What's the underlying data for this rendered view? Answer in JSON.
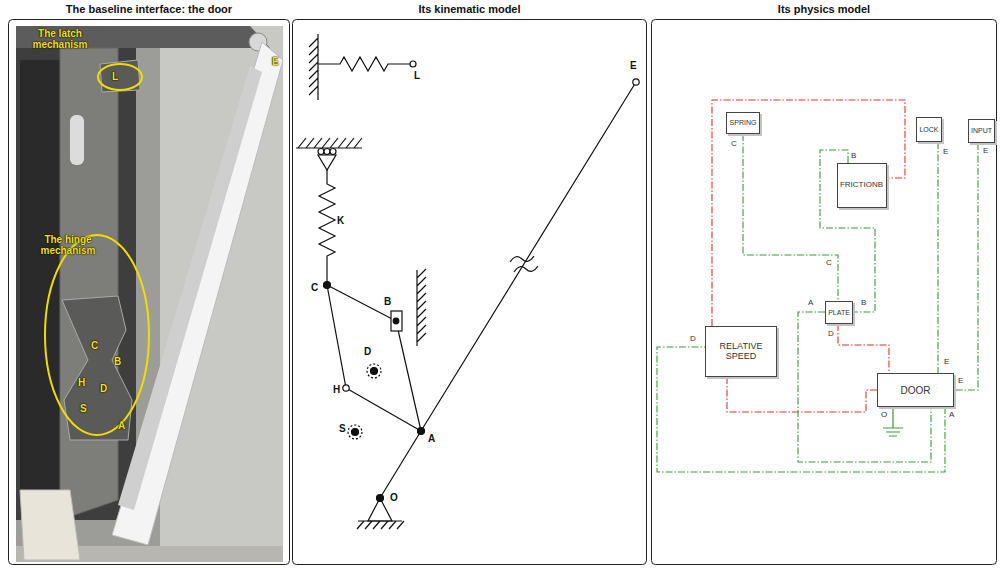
{
  "diagram": {
    "nodes": [
      {
        "text": [
          "The baseline interface: the door"
        ]
      },
      {
        "text": [
          "Its kinematic model"
        ]
      },
      {
        "text": [
          "Its physics model"
        ]
      },
      {
        "text": [
          "SPRING"
        ],
        "in": 2
      },
      {
        "text": [
          "LOCK"
        ],
        "in": 2
      },
      {
        "text": [
          "INPUT"
        ],
        "in": 2
      },
      {
        "text": [
          "FRICTIONB"
        ],
        "in": 2
      },
      {
        "text": [
          "PLATE"
        ],
        "in": 2
      },
      {
        "text": [
          "RELATIVE SPEED"
        ],
        "in": 2
      },
      {
        "text": [
          "DOOR"
        ],
        "in": 2
      }
    ],
    "edges": [
      {
        "from": 3,
        "to": 7,
        "arrow": "none"
      },
      {
        "from": 6,
        "to": 7,
        "arrow": "none"
      },
      {
        "from": 8,
        "to": 6,
        "arrow": "none"
      },
      {
        "from": 8,
        "to": 9,
        "arrow": "none"
      },
      {
        "from": 7,
        "to": 9,
        "arrow": "none"
      },
      {
        "from": 7,
        "to": 9,
        "arrow": "none"
      },
      {
        "from": 9,
        "to": 8,
        "arrow": "none"
      },
      {
        "from": 4,
        "to": 9,
        "arrow": "none"
      },
      {
        "from": 5,
        "to": 9,
        "arrow": "none"
      }
    ],
    "labels": [
      "The latch mechanism",
      "L",
      "The hinge mechanism",
      "C",
      "B",
      "H",
      "D",
      "S",
      "A",
      "E",
      "L",
      "K",
      "C",
      "B",
      "D",
      "H",
      "S",
      "A",
      "O",
      "E",
      "C",
      "B",
      "E",
      "E",
      "C",
      "A",
      "B",
      "D",
      "D",
      "E",
      "E",
      "O",
      "A"
    ]
  }
}
